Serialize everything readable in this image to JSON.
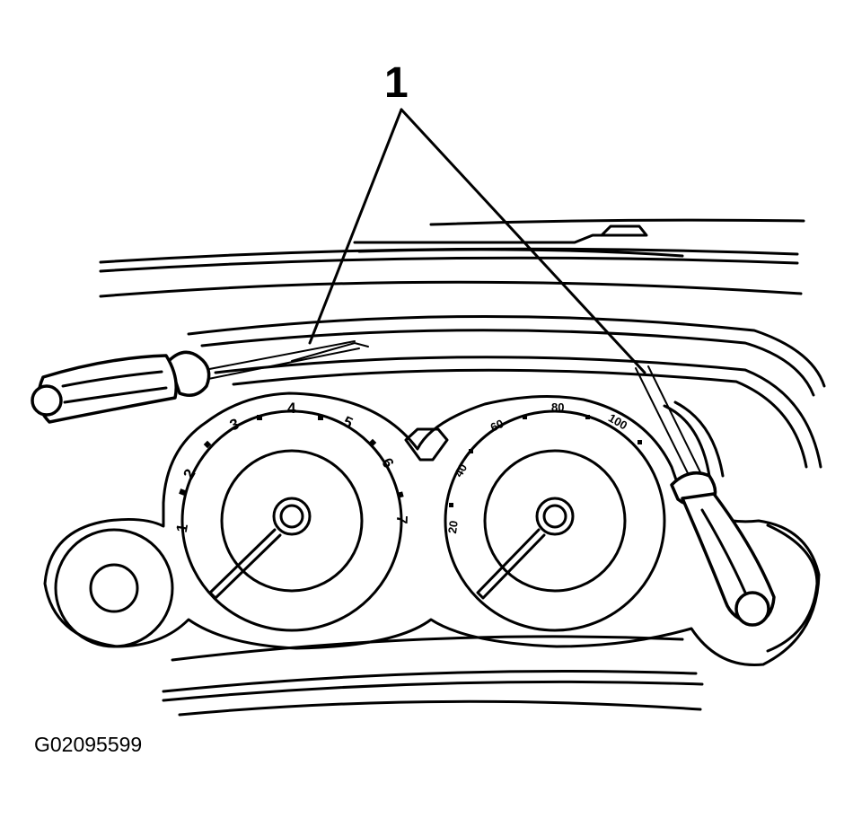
{
  "callout_label": "1",
  "figure_id": "G02095599",
  "tachometer": {
    "ticks": [
      "1",
      "2",
      "3",
      "4",
      "5",
      "6",
      "7"
    ]
  },
  "speedometer": {
    "ticks": [
      "20",
      "40",
      "60",
      "80",
      "100"
    ]
  },
  "icons": {
    "left_tool": "screwdriver-icon",
    "right_tool": "screwdriver-icon"
  }
}
